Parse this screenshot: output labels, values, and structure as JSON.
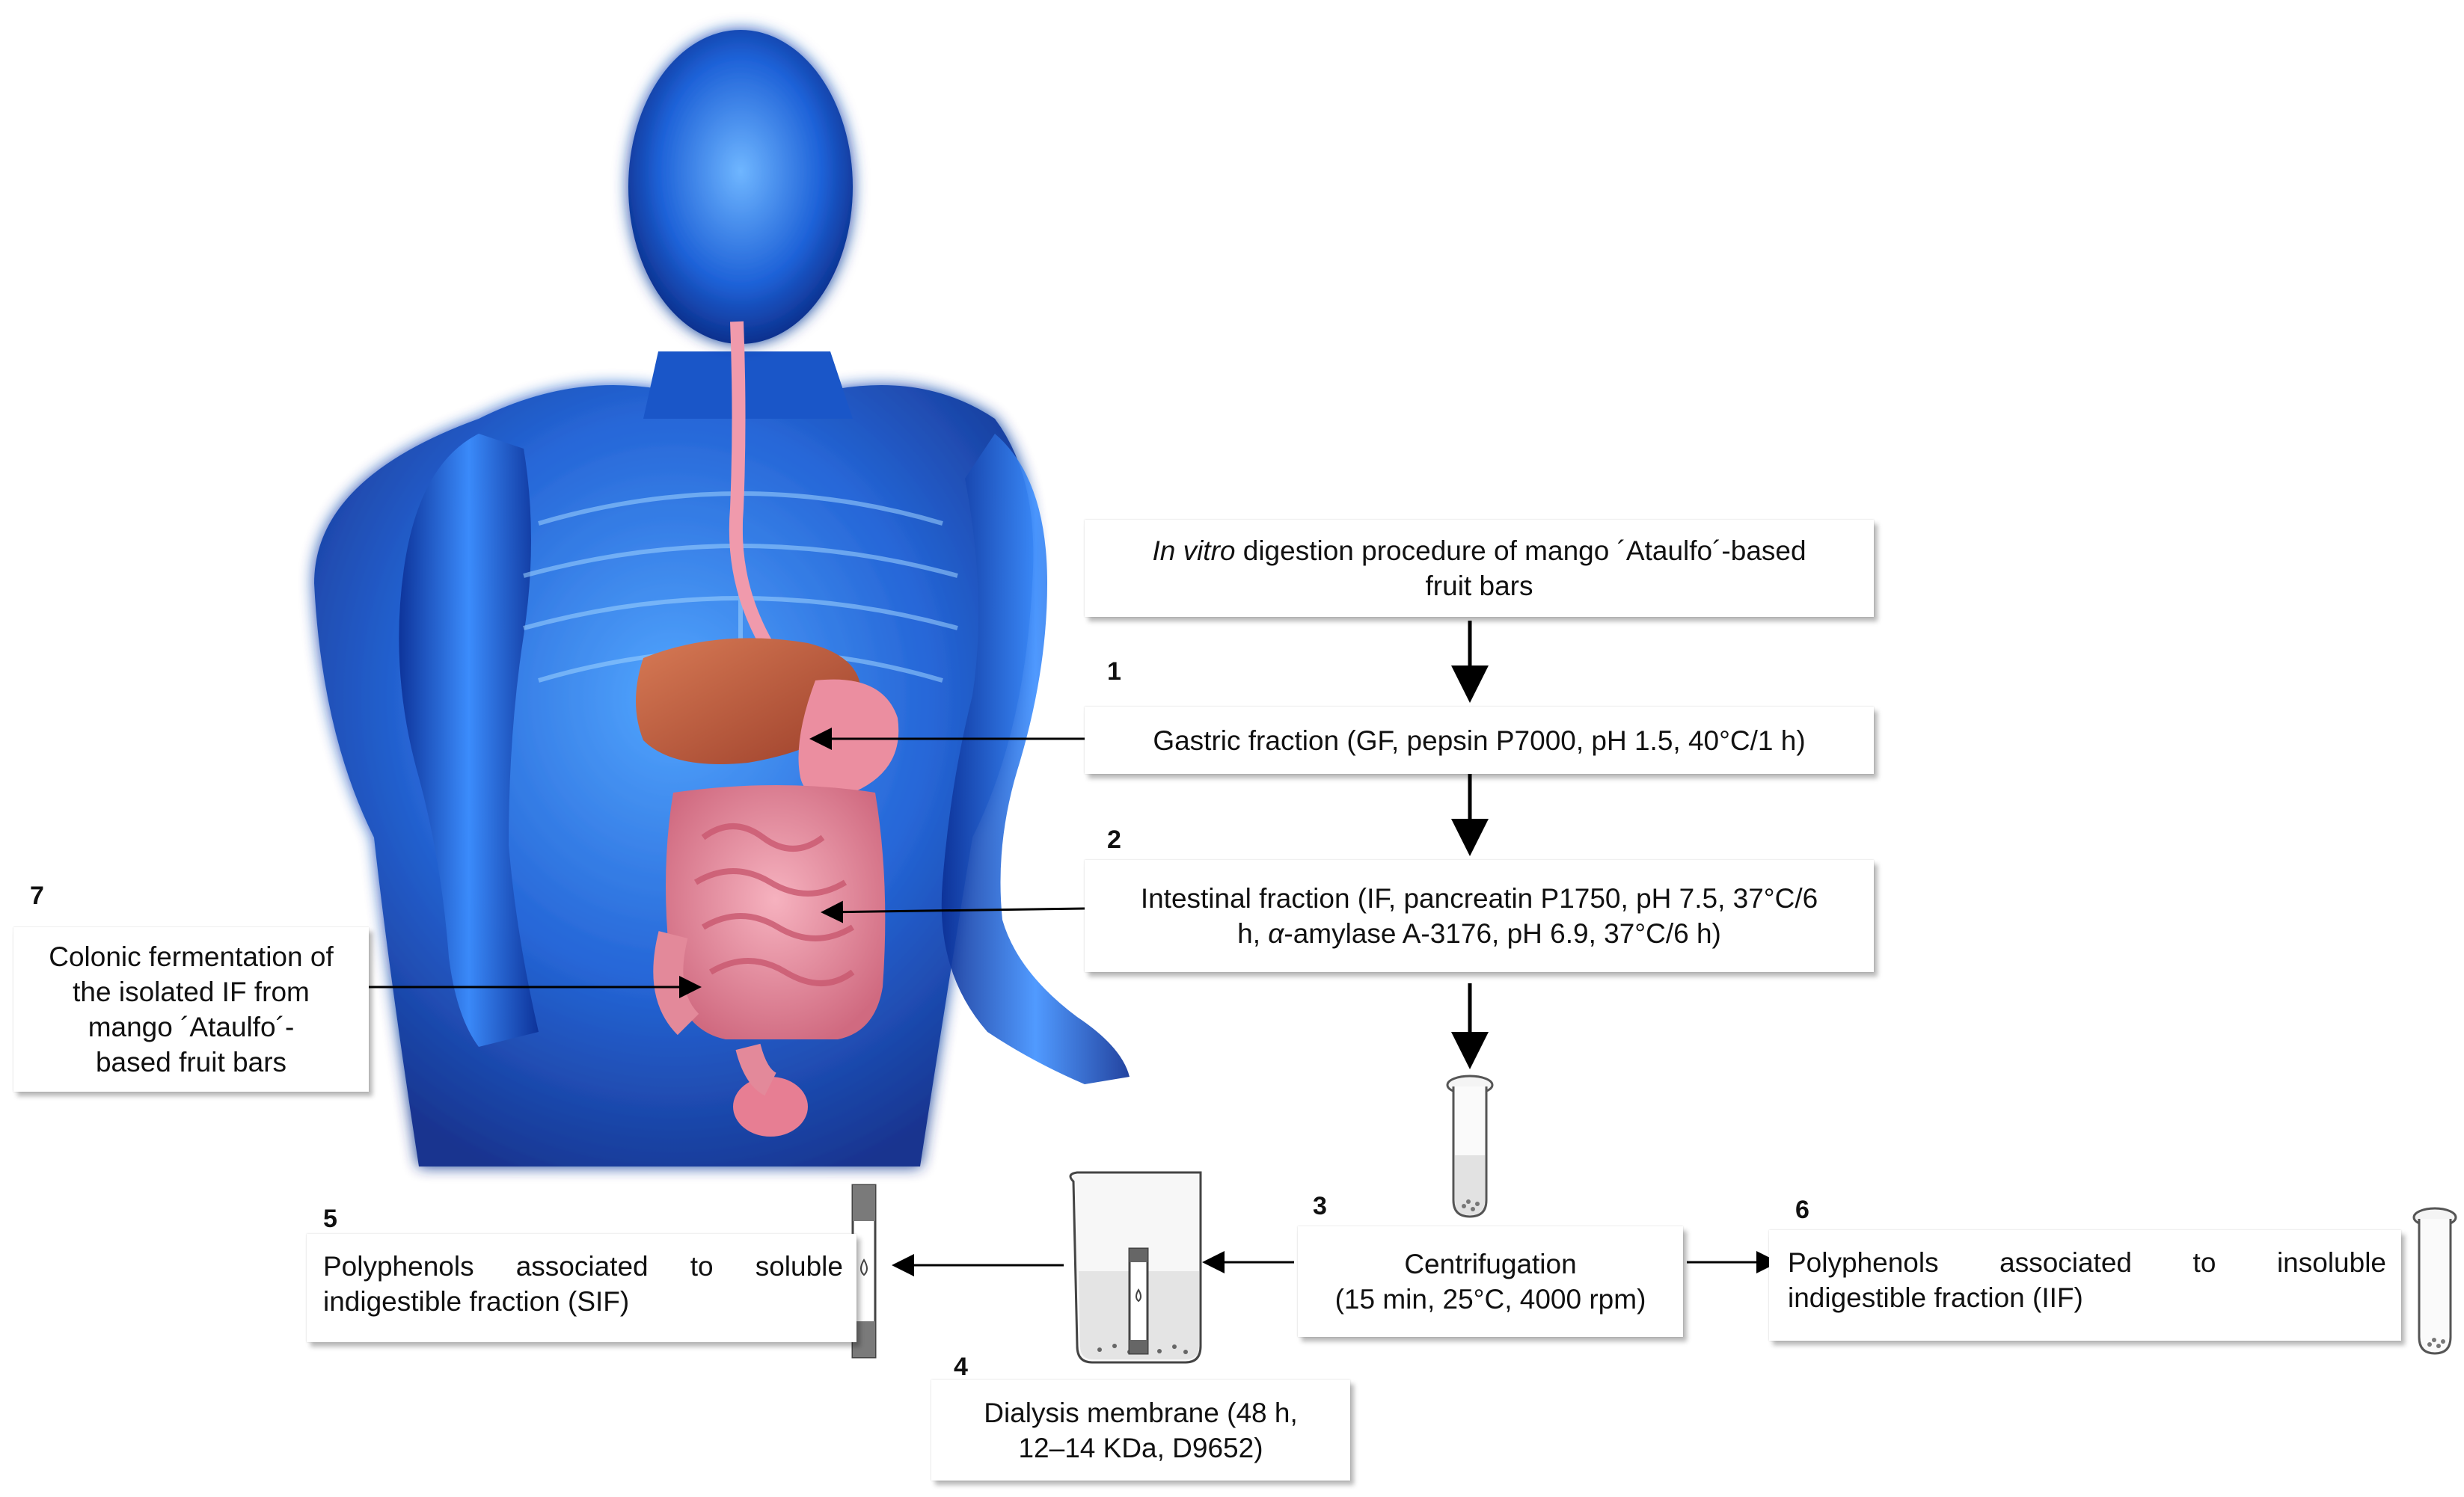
{
  "title_box": {
    "italic": "In vitro",
    "rest": " digestion procedure of mango ´Ataulfo´-based",
    "line2": "fruit bars"
  },
  "steps": [
    {
      "number": "1",
      "line1": "Gastric fraction (GF, pepsin P7000, pH 1.5, 40°C/1 h)"
    },
    {
      "number": "2",
      "line1": "Intestinal fraction (IF, pancreatin P1750, pH 7.5, 37°C/6",
      "line2_pre": "h, ",
      "line2_italic": "α",
      "line2_post": "-amylase A-3176, pH 6.9, 37°C/6 h)"
    },
    {
      "number": "3",
      "line1": "Centrifugation",
      "line2": "(15 min, 25°C, 4000 rpm)"
    },
    {
      "number": "4",
      "line1": "Dialysis membrane (48 h,",
      "line2": "12–14 KDa, D9652)"
    },
    {
      "number": "5",
      "line1_words": [
        "Polyphenols",
        "associated",
        "to",
        "soluble"
      ],
      "line2": "indigestible fraction (SIF)"
    },
    {
      "number": "6",
      "line1_words": [
        "Polyphenols",
        "associated",
        "to",
        "insoluble"
      ],
      "line2": "indigestible fraction (IIF)"
    },
    {
      "number": "7",
      "lines": [
        "Colonic fermentation of",
        "the isolated IF from",
        "mango ´Ataulfo´-",
        "based fruit bars"
      ]
    }
  ],
  "colors": {
    "body_blue": "#1f6fe0",
    "body_glow": "#8fd0ff",
    "organ_pink": "#e98a9c",
    "liver": "#b8553a",
    "arrow": "#000000"
  },
  "icons": [
    "human-anatomy-illustration",
    "test-tube-icon",
    "beaker-icon",
    "dialysis-tube-icon"
  ]
}
